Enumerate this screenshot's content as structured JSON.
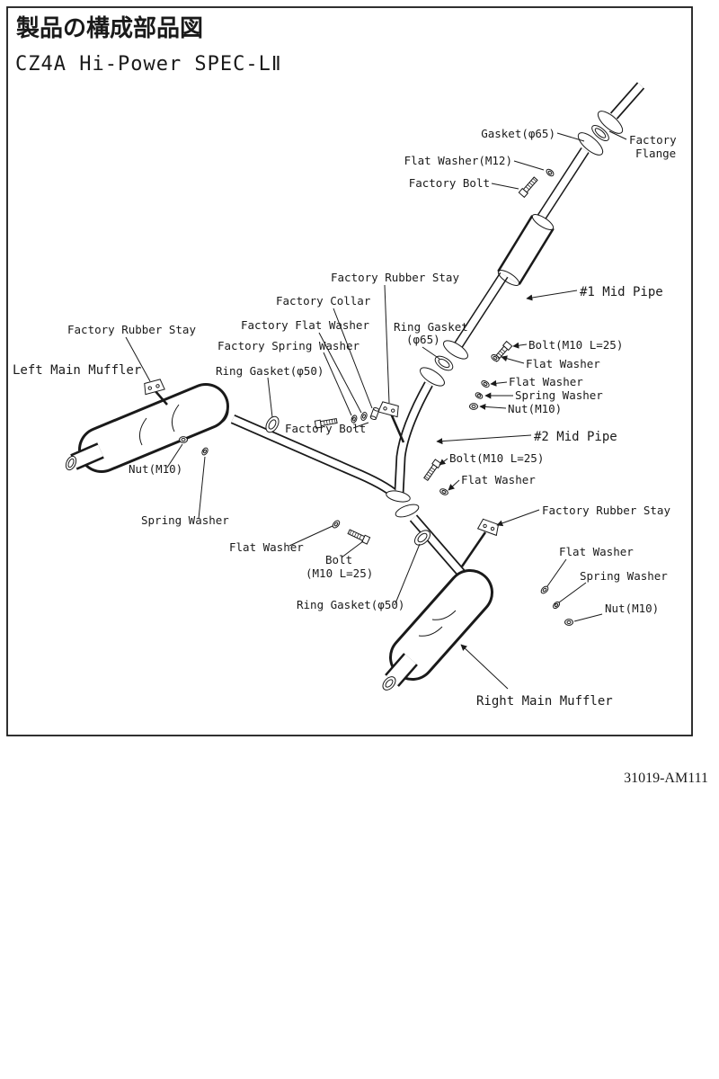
{
  "header": {
    "title": "製品の構成部品図",
    "subtitle": "CZ4A Hi-Power SPEC-LⅡ"
  },
  "footer": {
    "part_number": "31019-AM111"
  },
  "colors": {
    "ink": "#1a1a1a",
    "background": "#ffffff"
  },
  "labels": {
    "gasket_top": "Gasket(φ65)",
    "factory_flange_line1": "Factory",
    "factory_flange_line2": "Flange",
    "flat_washer_m12": "Flat Washer(M12)",
    "factory_bolt_top": "Factory Bolt",
    "factory_rubber_stay_mid": "Factory Rubber Stay",
    "factory_collar": "Factory Collar",
    "factory_flat_washer": "Factory Flat Washer",
    "factory_spring_washer": "Factory Spring Washer",
    "factory_rubber_stay_left": "Factory Rubber Stay",
    "left_main_muffler": "Left Main Muffler",
    "ring_gasket_50_left": "Ring Gasket(φ50)",
    "ring_gasket_65_line1": "Ring Gasket",
    "ring_gasket_65_line2": "(φ65)",
    "mid_pipe_1": "#1 Mid Pipe",
    "bolt_m10_right": "Bolt(M10 L=25)",
    "flat_washer_right_upper": "Flat Washer",
    "flat_washer_right_mid": "Flat Washer",
    "spring_washer_right": "Spring Washer",
    "nut_m10_right": "Nut(M10)",
    "factory_bolt_mid": "Factory Bolt",
    "mid_pipe_2": "#2 Mid Pipe",
    "bolt_m10_center": "Bolt(M10 L=25)",
    "flat_washer_center": "Flat Washer",
    "nut_m10_left": "Nut(M10)",
    "spring_washer_left": "Spring Washer",
    "flat_washer_left": "Flat Washer",
    "bolt_lower_line1": "Bolt",
    "bolt_lower_line2": "(M10 L=25)",
    "ring_gasket_50_right": "Ring Gasket(φ50)",
    "factory_rubber_stay_right": "Factory Rubber Stay",
    "flat_washer_bottom_right": "Flat Washer",
    "spring_washer_bottom_right": "Spring Washer",
    "nut_m10_bottom_right": "Nut(M10)",
    "right_main_muffler": "Right Main Muffler"
  }
}
